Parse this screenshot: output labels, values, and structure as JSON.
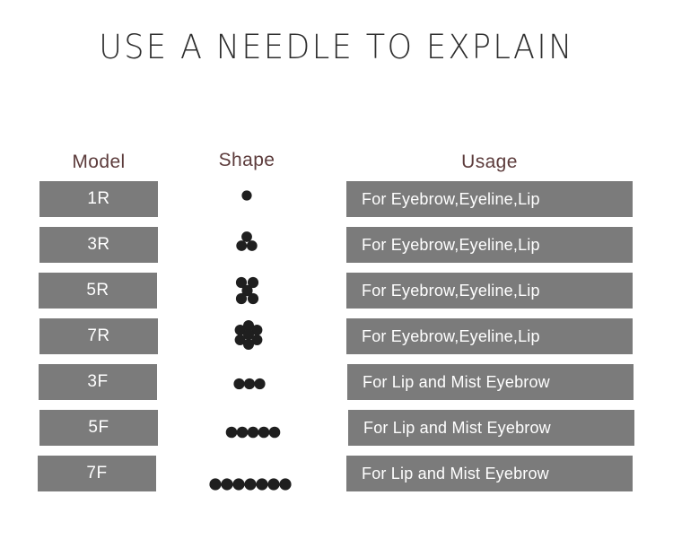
{
  "page": {
    "title": "USE A NEEDLE TO EXPLAIN",
    "background_color": "#ffffff",
    "bar_color": "#7b7b7b",
    "bar_text_color": "#ffffff",
    "header_text_color": "#5c3b3b",
    "title_color": "#2e2e2e",
    "dot_color": "#1f1f1f"
  },
  "table": {
    "columns": [
      {
        "key": "model",
        "label": "Model"
      },
      {
        "key": "shape",
        "label": "Shape"
      },
      {
        "key": "usage",
        "label": "Usage"
      }
    ],
    "rows": [
      {
        "model": "1R",
        "shape_name": "single-dot",
        "dots": 1,
        "usage": "For Eyebrow,Eyeline,Lip"
      },
      {
        "model": "3R",
        "shape_name": "triangle-3-dots",
        "dots": 3,
        "usage": "For Eyebrow,Eyeline,Lip"
      },
      {
        "model": "5R",
        "shape_name": "quincunx-5-dots",
        "dots": 5,
        "usage": "For Eyebrow,Eyeline,Lip"
      },
      {
        "model": "7R",
        "shape_name": "hexagon-7-dots",
        "dots": 7,
        "usage": "For Eyebrow,Eyeline,Lip"
      },
      {
        "model": "3F",
        "shape_name": "flat-row-3-dots",
        "dots": 3,
        "usage": "For Lip and Mist Eyebrow"
      },
      {
        "model": "5F",
        "shape_name": "flat-row-5-dots",
        "dots": 5,
        "usage": "For Lip and Mist Eyebrow"
      },
      {
        "model": "7F",
        "shape_name": "flat-row-7-dots",
        "dots": 7,
        "usage": "For Lip and Mist Eyebrow"
      }
    ]
  }
}
